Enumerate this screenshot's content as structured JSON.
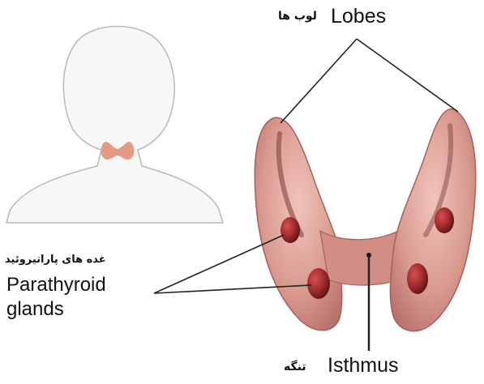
{
  "labels": {
    "lobes": {
      "en": "Lobes",
      "fa": "لوب ها"
    },
    "parathyroid": {
      "fa": "غده های پاراتیروئید",
      "en_line1": "Parathyroid",
      "en_line2": "glands"
    },
    "isthmus": {
      "en": "Isthmus",
      "fa": "تنگه"
    }
  },
  "colors": {
    "silhouette_fill": "#f7f7f7",
    "silhouette_stroke": "#b9b9b9",
    "neck_thyroid": "#e39b86",
    "thyroid_body": "#d99a90",
    "thyroid_shadow": "#b8706a",
    "thyroid_dark": "#7a3a3a",
    "parathyroid": "#9c2a2a",
    "leader_line": "#222222"
  },
  "icons": [
    "human-silhouette-icon",
    "thyroid-gland-illustration"
  ]
}
